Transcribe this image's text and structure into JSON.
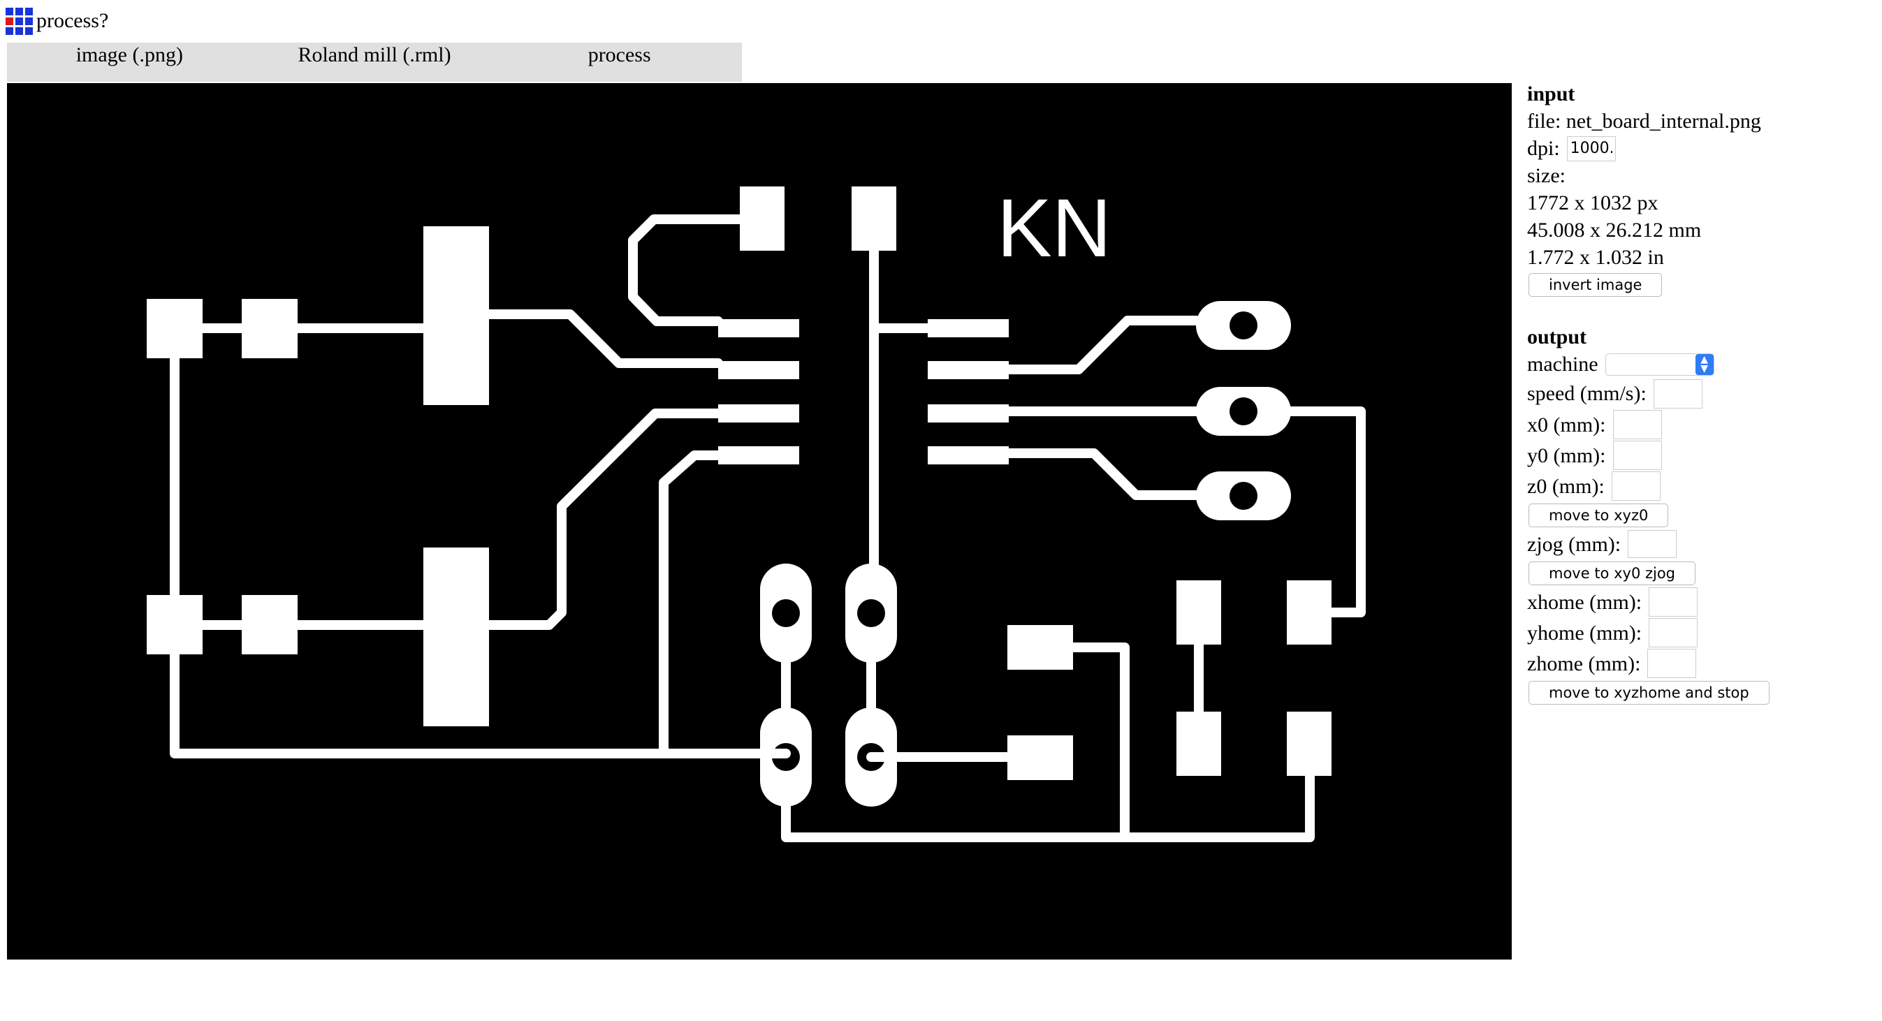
{
  "window": {
    "title": "process?"
  },
  "menu": [
    {
      "label": "image (.png)"
    },
    {
      "label": "Roland mill (.rml)"
    },
    {
      "label": "process"
    }
  ],
  "board": {
    "label": "KN",
    "background": "#000000",
    "trace_color": "#ffffff"
  },
  "input": {
    "heading": "input",
    "file": "file: net_board_internal.png",
    "dpi_label": "dpi:",
    "dpi_value": "1000.",
    "size_label": "size:",
    "size_px": "1772 x 1032 px",
    "size_mm": "45.008 x 26.212 mm",
    "size_in": "1.772 x 1.032 in",
    "invert_button": "invert image"
  },
  "output": {
    "heading": "output",
    "machine_label": "machine",
    "machine_value": "",
    "speed_label": "speed (mm/s):",
    "x0_label": "x0 (mm):",
    "y0_label": "y0 (mm):",
    "z0_label": "z0 (mm):",
    "move_xyz0_button": "move to xyz0",
    "zjog_label": "zjog (mm):",
    "move_xy0_button": "move to xy0 zjog",
    "xhome_label": "xhome (mm):",
    "yhome_label": "yhome (mm):",
    "zhome_label": "zhome (mm):",
    "move_home_button": "move to xyzhome and stop"
  },
  "colors": {
    "menubar": "#e0e0e0",
    "select_accent": "#2e7cf6"
  }
}
